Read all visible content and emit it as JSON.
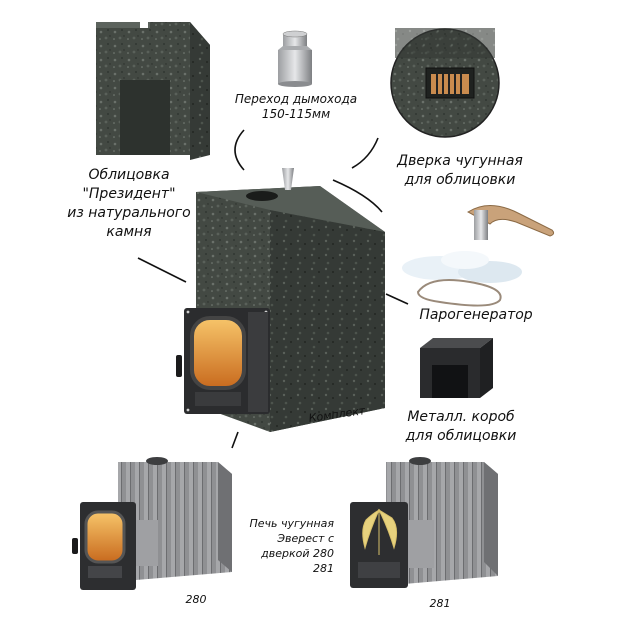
{
  "labels": {
    "chimney": [
      "Переход дымохода",
      "150-115мм"
    ],
    "door": [
      "Дверка чугунная",
      "для облицовки"
    ],
    "cladding": [
      "Облицовка",
      "\"Президент\"",
      "из натурального",
      "камня"
    ],
    "steam": [
      "Парогенератор"
    ],
    "box": [
      "Металл. короб",
      "для облицовки"
    ],
    "kit": "Комплект",
    "stove": [
      "Печь чугунная",
      "Эверест с",
      "дверкой 280",
      "281"
    ],
    "m280": "280",
    "m281": "281"
  },
  "colors": {
    "stone": "#3f4540",
    "stone_light": "#5c635d",
    "iron": "#8c8d8f",
    "iron_dark": "#5e5f62",
    "fire": "#e69a3a"
  },
  "icons": [
    "chimney-adapter-icon",
    "steam-generator-icon",
    "cast-iron-door-icon"
  ]
}
